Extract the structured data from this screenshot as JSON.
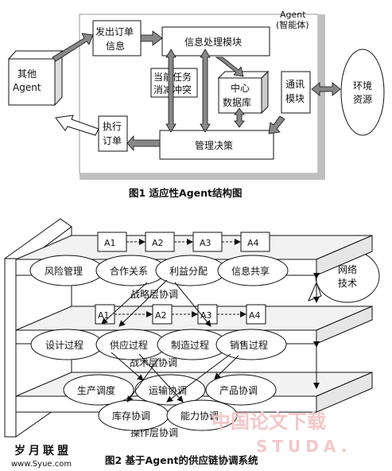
{
  "figure1": {
    "caption": "图1 适应性Agent结构图",
    "agent_label_1": "Agent",
    "agent_label_2": "(智能体)",
    "other_agent_1": "其他",
    "other_agent_2": "Agent",
    "send_order_1": "发出订单",
    "send_order_2": "信息",
    "info_processing": "信息处理模块",
    "current_task_1": "当前任务",
    "current_task_2": "消减冲突",
    "center_db_1": "中心",
    "center_db_2": "数据库",
    "comm_module_1": "通讯",
    "comm_module_2": "模块",
    "env_1": "环境",
    "env_2": "资源",
    "exec_order_1": "执行",
    "exec_order_2": "订单",
    "management": "管理决策"
  },
  "figure2": {
    "caption": "图2 基于Agent的供应链协调系统",
    "strategic": {
      "agents": [
        "A1",
        "A2",
        "A3",
        "A4"
      ],
      "ellipses": [
        "风险管理",
        "合作关系",
        "利益分配",
        "信息共享"
      ],
      "layer_label": "战略层协调"
    },
    "tactical": {
      "agents": [
        "A1",
        "A2",
        "A3",
        "A4"
      ],
      "ellipses": [
        "设计过程",
        "供应过程",
        "制造过程",
        "销售过程"
      ],
      "layer_label": "战术层协调"
    },
    "operational": {
      "ellipses": [
        "生产调度",
        "运输协调",
        "产品协调",
        "库存协调",
        "能力协调"
      ],
      "layer_label": "操作层协调"
    },
    "network_1": "网络",
    "network_2": "技术"
  },
  "watermarks": {
    "left_cn": "岁月联盟",
    "left_url": "www.Syue.com",
    "right_cn": "中国论文下载",
    "right_url": "STUDA."
  }
}
